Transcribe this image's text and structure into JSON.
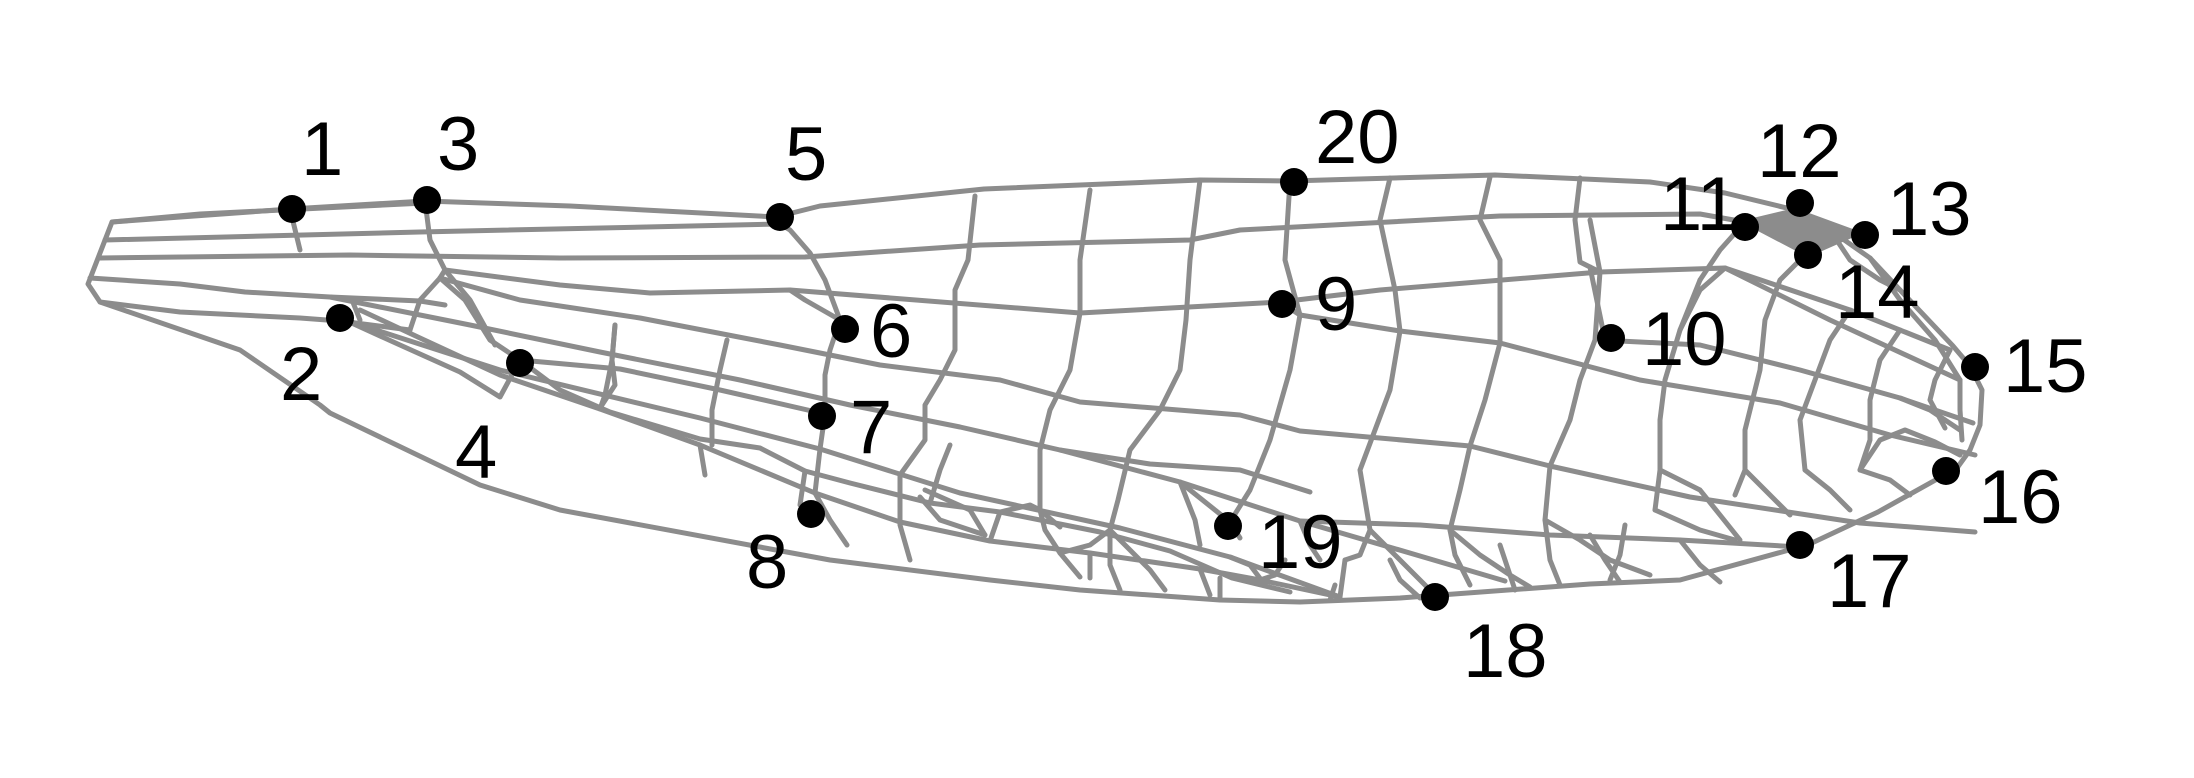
{
  "figure": {
    "vein_color": "#8c8c8c",
    "landmark_color": "#000000",
    "landmarks": [
      {
        "id": "1",
        "label": "1"
      },
      {
        "id": "2",
        "label": "2"
      },
      {
        "id": "3",
        "label": "3"
      },
      {
        "id": "4",
        "label": "4"
      },
      {
        "id": "5",
        "label": "5"
      },
      {
        "id": "6",
        "label": "6"
      },
      {
        "id": "7",
        "label": "7"
      },
      {
        "id": "8",
        "label": "8"
      },
      {
        "id": "9",
        "label": "9"
      },
      {
        "id": "10",
        "label": "10"
      },
      {
        "id": "11",
        "label": "11"
      },
      {
        "id": "12",
        "label": "12"
      },
      {
        "id": "13",
        "label": "13"
      },
      {
        "id": "14",
        "label": "14"
      },
      {
        "id": "15",
        "label": "15"
      },
      {
        "id": "16",
        "label": "16"
      },
      {
        "id": "17",
        "label": "17"
      },
      {
        "id": "18",
        "label": "18"
      },
      {
        "id": "19",
        "label": "19"
      },
      {
        "id": "20",
        "label": "20"
      }
    ]
  }
}
